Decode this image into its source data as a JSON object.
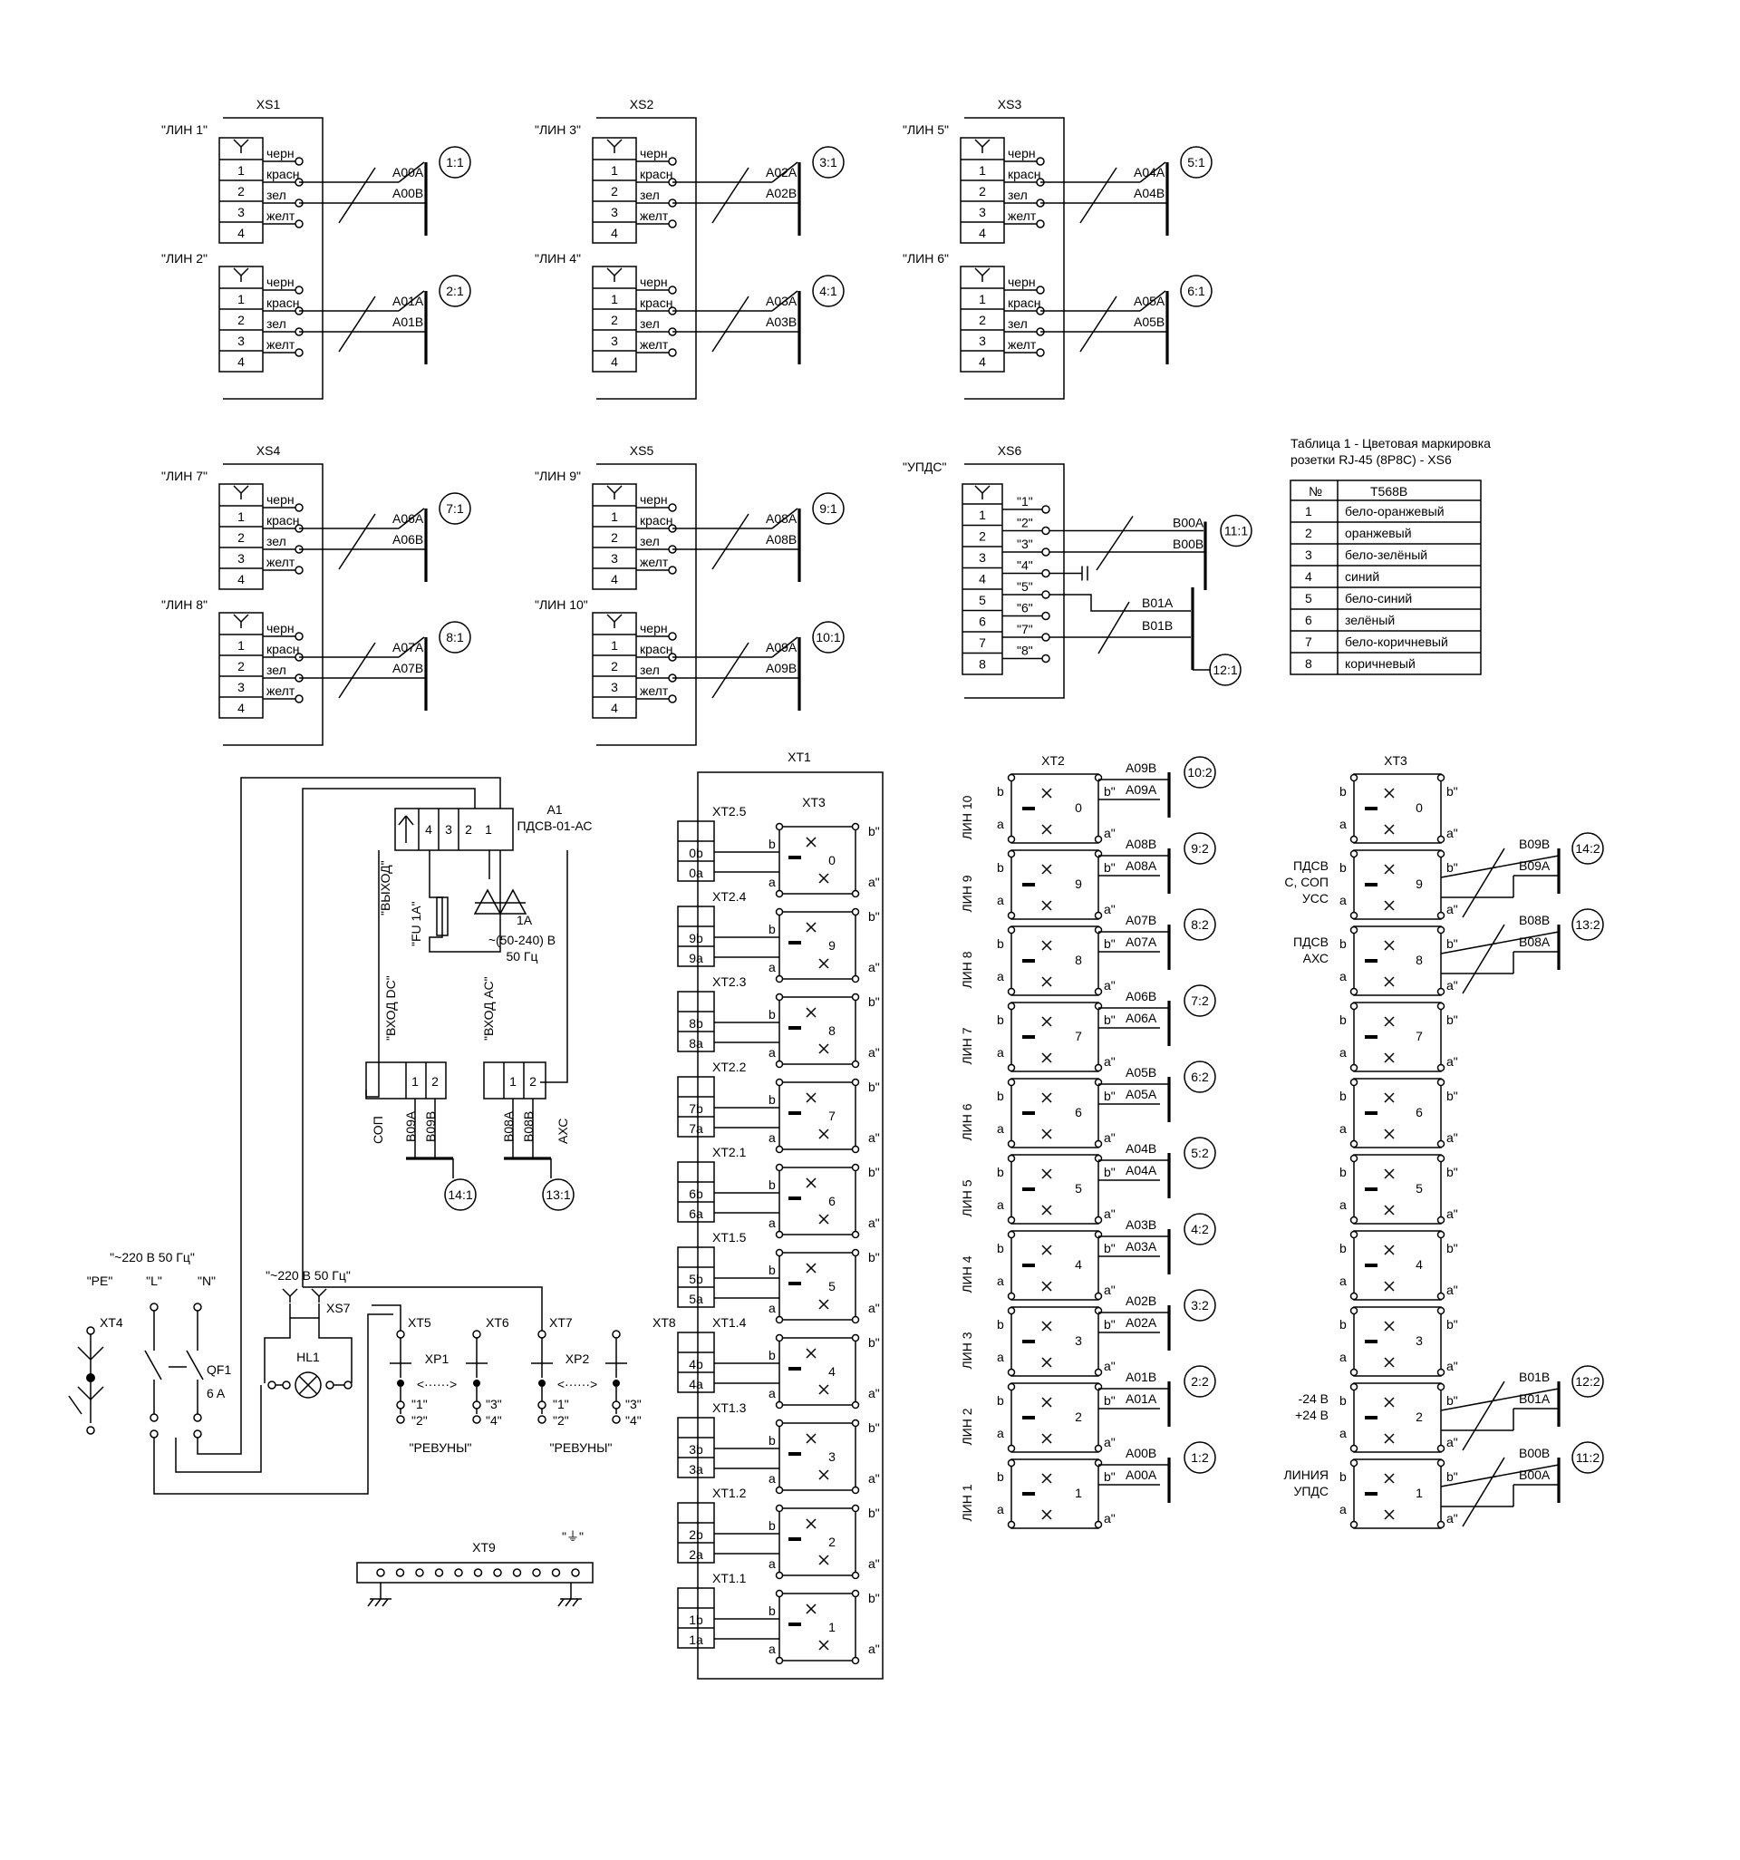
{
  "sockets": [
    {
      "id": "XS1",
      "lines": [
        {
          "label": "\"ЛИН 1\"",
          "wires": [
            "A00A",
            "A00B"
          ],
          "ref": "1:1"
        },
        {
          "label": "\"ЛИН 2\"",
          "wires": [
            "A01A",
            "A01B"
          ],
          "ref": "2:1"
        }
      ]
    },
    {
      "id": "XS2",
      "lines": [
        {
          "label": "\"ЛИН 3\"",
          "wires": [
            "A02A",
            "A02B"
          ],
          "ref": "3:1"
        },
        {
          "label": "\"ЛИН 4\"",
          "wires": [
            "A03A",
            "A03B"
          ],
          "ref": "4:1"
        }
      ]
    },
    {
      "id": "XS3",
      "lines": [
        {
          "label": "\"ЛИН 5\"",
          "wires": [
            "A04A",
            "A04B"
          ],
          "ref": "5:1"
        },
        {
          "label": "\"ЛИН 6\"",
          "wires": [
            "A05A",
            "A05B"
          ],
          "ref": "6:1"
        }
      ]
    },
    {
      "id": "XS4",
      "lines": [
        {
          "label": "\"ЛИН 7\"",
          "wires": [
            "A06A",
            "A06B"
          ],
          "ref": "7:1"
        },
        {
          "label": "\"ЛИН 8\"",
          "wires": [
            "A07A",
            "A07B"
          ],
          "ref": "8:1"
        }
      ]
    },
    {
      "id": "XS5",
      "lines": [
        {
          "label": "\"ЛИН 9\"",
          "wires": [
            "A08A",
            "A08B"
          ],
          "ref": "9:1"
        },
        {
          "label": "\"ЛИН 10\"",
          "wires": [
            "A09A",
            "A09B"
          ],
          "ref": "10:1"
        }
      ]
    }
  ],
  "pin_numbers": [
    "1",
    "2",
    "3",
    "4"
  ],
  "wire_colors": [
    "черн",
    "красн",
    "зел",
    "желт"
  ],
  "xs6": {
    "id": "XS6",
    "label": "\"УПДС\"",
    "pins": [
      "1",
      "2",
      "3",
      "4",
      "5",
      "6",
      "7",
      "8"
    ],
    "quoted_pins": [
      "\"1\"",
      "\"2\"",
      "\"3\"",
      "\"4\"",
      "\"5\"",
      "\"6\"",
      "\"7\"",
      "\"8\""
    ],
    "wire_pair_1": [
      "B00A",
      "B00B"
    ],
    "ref_1": "11:1",
    "wire_pair_2": [
      "B01A",
      "B01B"
    ],
    "ref_2": "12:1"
  },
  "table1": {
    "title_line1": "Таблица 1 - Цветовая маркировка",
    "title_line2": "розетки RJ-45 (8P8C) - XS6",
    "headers": [
      "№",
      "T568B"
    ],
    "rows": [
      [
        "1",
        "бело-оранжевый"
      ],
      [
        "2",
        "оранжевый"
      ],
      [
        "3",
        "бело-зелёный"
      ],
      [
        "4",
        "синий"
      ],
      [
        "5",
        "бело-синий"
      ],
      [
        "6",
        "зелёный"
      ],
      [
        "7",
        "бело-коричневый"
      ],
      [
        "8",
        "коричневый"
      ]
    ]
  },
  "a1": {
    "ref": "A1",
    "name": "ПДСВ-01-АС",
    "top_pins": [
      "4",
      "3",
      "2",
      "1"
    ],
    "out_label": "\"ВЫХОД\"",
    "fuse_label": "\"FU 1A\"",
    "rating": "1A",
    "voltage": "~(50-240) В",
    "freq": "50 Гц",
    "in_dc_label": "\"ВХОД DC\"",
    "in_ac_label": "\"ВХОД АС\"",
    "in_pins": [
      "1",
      "2"
    ],
    "sop_label": "СОП",
    "sop_wires": [
      "B09A",
      "B09B"
    ],
    "sop_ref": "14:1",
    "axc_label": "АХС",
    "axc_wires": [
      "B08A",
      "B08B"
    ],
    "axc_ref": "13:1"
  },
  "power": {
    "supply_label": "\"~220 В 50 Гц\"",
    "pe_label": "\"PE\"",
    "l_label": "\"L\"",
    "n_label": "\"N\"",
    "xt4": "XT4",
    "qf1": "QF1",
    "qf1_rating": "6 A",
    "xs7_supply": "\"~220 В 50 Гц\"",
    "xs7": "XS7",
    "hl1": "HL1",
    "xt5": "XT5",
    "xt6": "XT6",
    "xt7": "XT7",
    "xt8": "XT8",
    "xp1": "XP1",
    "xp2": "XP2",
    "contact_labels": [
      "\"1\"",
      "\"2\"",
      "\"3\"",
      "\"4\""
    ],
    "revuny": "\"РЕВУНЫ\""
  },
  "xt9": {
    "label": "XT9",
    "ground": "\"⏚\""
  },
  "xt1": {
    "label": "XT1",
    "xt3_label": "XT3",
    "groups": [
      {
        "label": "XT2.5",
        "pins": [
          "0b",
          "0a"
        ],
        "n": "0"
      },
      {
        "label": "XT2.4",
        "pins": [
          "9b",
          "9a"
        ],
        "n": "9"
      },
      {
        "label": "XT2.3",
        "pins": [
          "8b",
          "8a"
        ],
        "n": "8"
      },
      {
        "label": "XT2.2",
        "pins": [
          "7b",
          "7a"
        ],
        "n": "7"
      },
      {
        "label": "XT2.1",
        "pins": [
          "6b",
          "6a"
        ],
        "n": "6"
      },
      {
        "label": "XT1.5",
        "pins": [
          "5b",
          "5a"
        ],
        "n": "5"
      },
      {
        "label": "XT1.4",
        "pins": [
          "4b",
          "4a"
        ],
        "n": "4"
      },
      {
        "label": "XT1.3",
        "pins": [
          "3b",
          "3a"
        ],
        "n": "3"
      },
      {
        "label": "XT1.2",
        "pins": [
          "2b",
          "2a"
        ],
        "n": "2"
      },
      {
        "label": "XT1.1",
        "pins": [
          "1b",
          "1a"
        ],
        "n": "1"
      }
    ],
    "letters": [
      "b",
      "a",
      "b\"",
      "a\""
    ]
  },
  "xt2": {
    "label": "XT2",
    "rows": [
      {
        "n": "0",
        "line": "ЛИН 10",
        "wires": [
          "A09B",
          "A09A"
        ],
        "ref": "10:2"
      },
      {
        "n": "9",
        "line": "ЛИН 9",
        "wires": [
          "A08B",
          "A08A"
        ],
        "ref": "9:2"
      },
      {
        "n": "8",
        "line": "ЛИН 8",
        "wires": [
          "A07B",
          "A07A"
        ],
        "ref": "8:2"
      },
      {
        "n": "7",
        "line": "ЛИН 7",
        "wires": [
          "A06B",
          "A06A"
        ],
        "ref": "7:2"
      },
      {
        "n": "6",
        "line": "ЛИН 6",
        "wires": [
          "A05B",
          "A05A"
        ],
        "ref": "6:2"
      },
      {
        "n": "5",
        "line": "ЛИН 5",
        "wires": [
          "A04B",
          "A04A"
        ],
        "ref": "5:2"
      },
      {
        "n": "4",
        "line": "ЛИН 4",
        "wires": [
          "A03B",
          "A03A"
        ],
        "ref": "4:2"
      },
      {
        "n": "3",
        "line": "ЛИН 3",
        "wires": [
          "A02B",
          "A02A"
        ],
        "ref": "3:2"
      },
      {
        "n": "2",
        "line": "ЛИН 2",
        "wires": [
          "A01B",
          "A01A"
        ],
        "ref": "2:2"
      },
      {
        "n": "1",
        "line": "ЛИН 1",
        "wires": [
          "A00B",
          "A00A"
        ],
        "ref": "1:2"
      }
    ]
  },
  "xt3": {
    "label": "XT3",
    "rows": [
      {
        "n": "0"
      },
      {
        "n": "9",
        "left": [
          "ПДСВ",
          "С, СОП",
          "УСС"
        ],
        "wires": [
          "B09B",
          "B09A"
        ],
        "ref": "14:2"
      },
      {
        "n": "8",
        "left": [
          "ПДСВ",
          "АХС"
        ],
        "wires": [
          "B08B",
          "B08A"
        ],
        "ref": "13:2"
      },
      {
        "n": "7"
      },
      {
        "n": "6"
      },
      {
        "n": "5"
      },
      {
        "n": "4"
      },
      {
        "n": "3"
      },
      {
        "n": "2",
        "left": [
          "-24 В",
          "+24 В"
        ],
        "wires": [
          "B01B",
          "B01A"
        ],
        "ref": "12:2"
      },
      {
        "n": "1",
        "left": [
          "ЛИНИЯ",
          "УПДС"
        ],
        "wires": [
          "B00B",
          "B00A"
        ],
        "ref": "11:2"
      }
    ]
  }
}
